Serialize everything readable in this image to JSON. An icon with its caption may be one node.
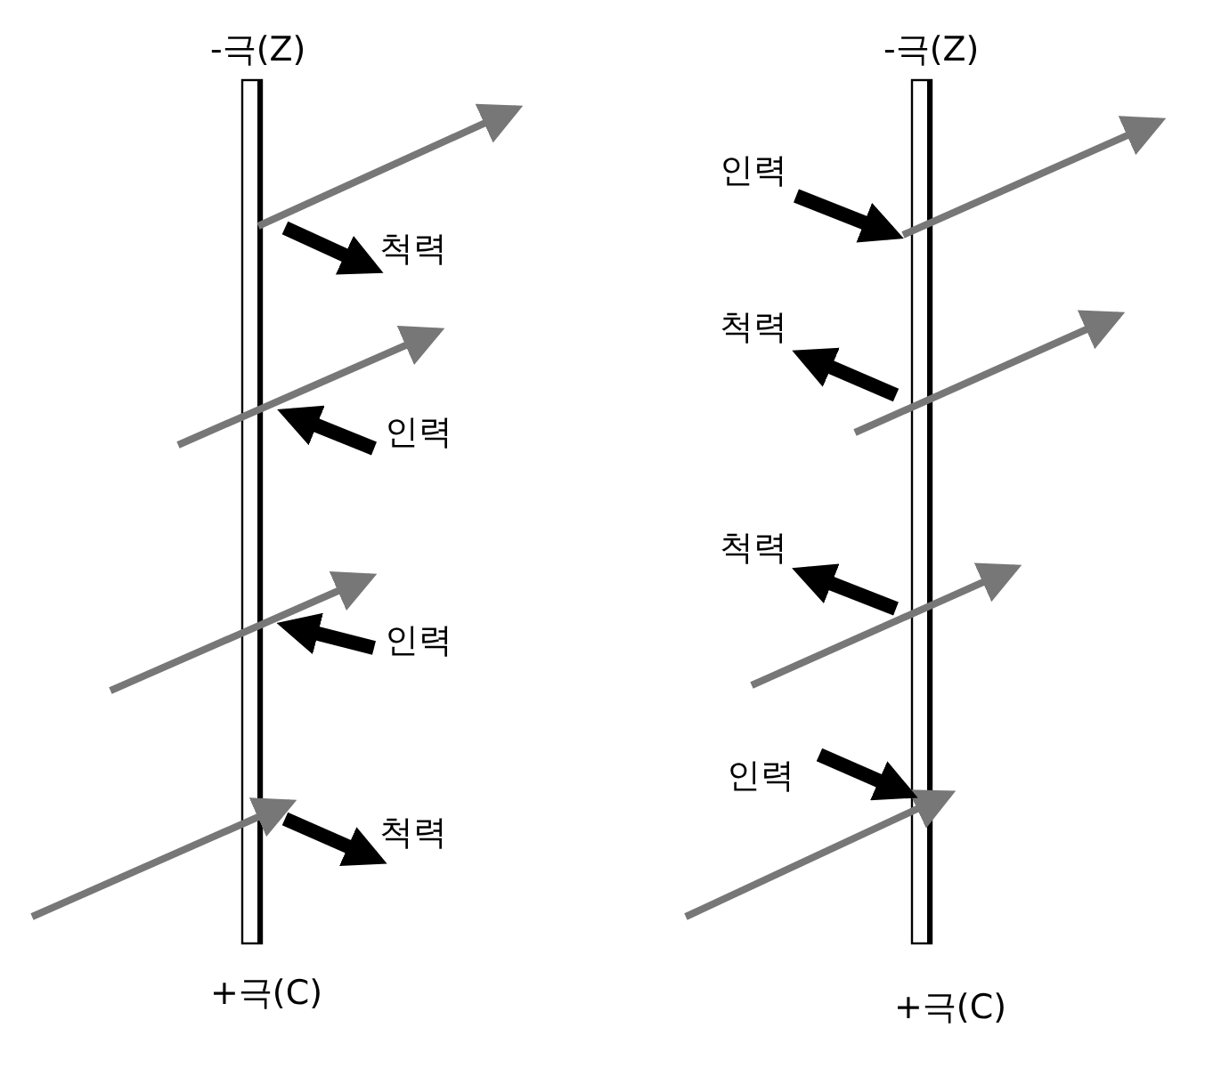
{
  "diagram": {
    "labels": [
      "-극(Z)",
      "척력",
      "인력",
      "인력",
      "척력",
      "+극(C)",
      "-극(Z)",
      "인력",
      "척력",
      "척력",
      "인력",
      "+극(C)"
    ]
  }
}
